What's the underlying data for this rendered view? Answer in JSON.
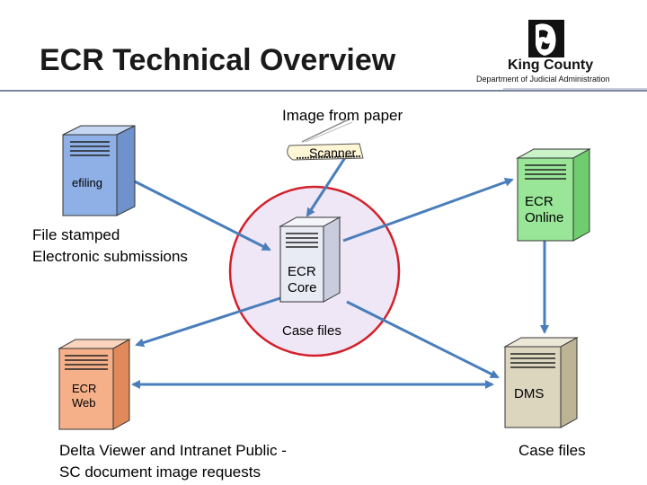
{
  "header": {
    "title": "ECR Technical Overview",
    "logo_name": "King County",
    "logo_dept": "Department of Judicial Administration"
  },
  "labels": {
    "image_from_paper": "Image from paper",
    "scanner": "Scanner",
    "efiling": "efiling",
    "file_stamped": "File stamped",
    "electronic_submissions": "Electronic submissions",
    "ecr_core_1": "ECR",
    "ecr_core_2": "Core",
    "ecr_online_1": "ECR",
    "ecr_online_2": "Online",
    "case_files_center": "Case files",
    "ecr_web_1": "ECR",
    "ecr_web_2": "Web",
    "dms": "DMS",
    "delta_1": "Delta Viewer and Intranet Public -",
    "delta_2": "SC document image requests",
    "case_files_right": "Case files"
  },
  "colors": {
    "efiling_server": "#8fb0e6",
    "online_server": "#99e699",
    "core_server": "#e8eaf4",
    "web_server": "#f5b08a",
    "dms_server": "#dcd6bf",
    "core_circle_fill": "#efe6f6",
    "core_circle_stroke": "#d3202a",
    "arrow": "#4a7ebb"
  }
}
